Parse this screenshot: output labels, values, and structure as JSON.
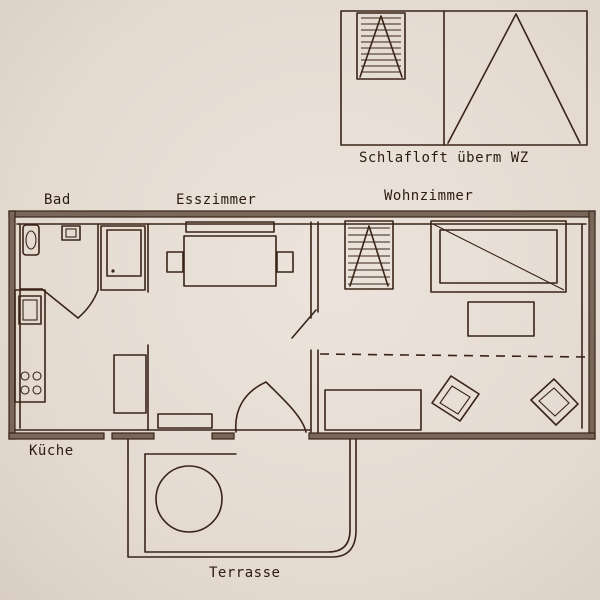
{
  "labels": {
    "loft": "Schlafloft überm WZ",
    "bad": "Bad",
    "esszimmer": "Esszimmer",
    "wohnzimmer": "Wohnzimmer",
    "kueche": "Küche",
    "terrasse": "Terrasse"
  },
  "colors": {
    "paper": "#e6ddd4",
    "ink": "#3a2418",
    "wall_fill": "#7a675c"
  }
}
